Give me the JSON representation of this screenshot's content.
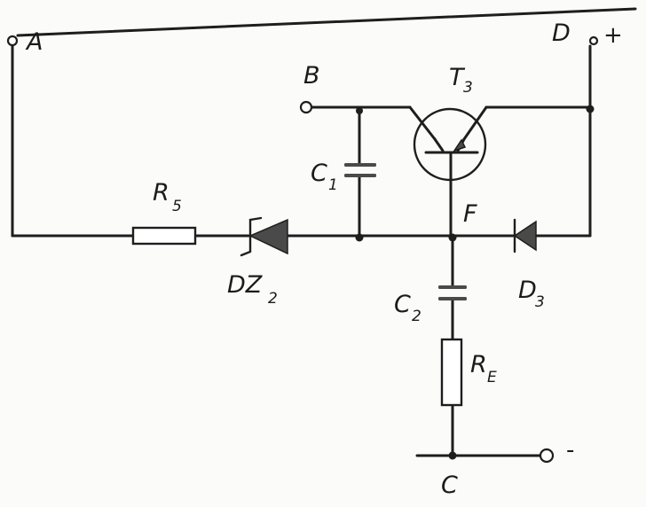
{
  "labels": {
    "A": "A",
    "B": "B",
    "C": "C",
    "D": "D",
    "F": "F",
    "plus": "+",
    "minus": "-",
    "r5": "R",
    "r5_sub": "5",
    "re": "R",
    "re_sub": "E",
    "c1": "C",
    "c1_sub": "1",
    "c2": "C",
    "c2_sub": "2",
    "t3": "T",
    "t3_sub": "3",
    "dz2": "DZ",
    "dz2_sub": "2",
    "d3": "D",
    "d3_sub": "3"
  }
}
